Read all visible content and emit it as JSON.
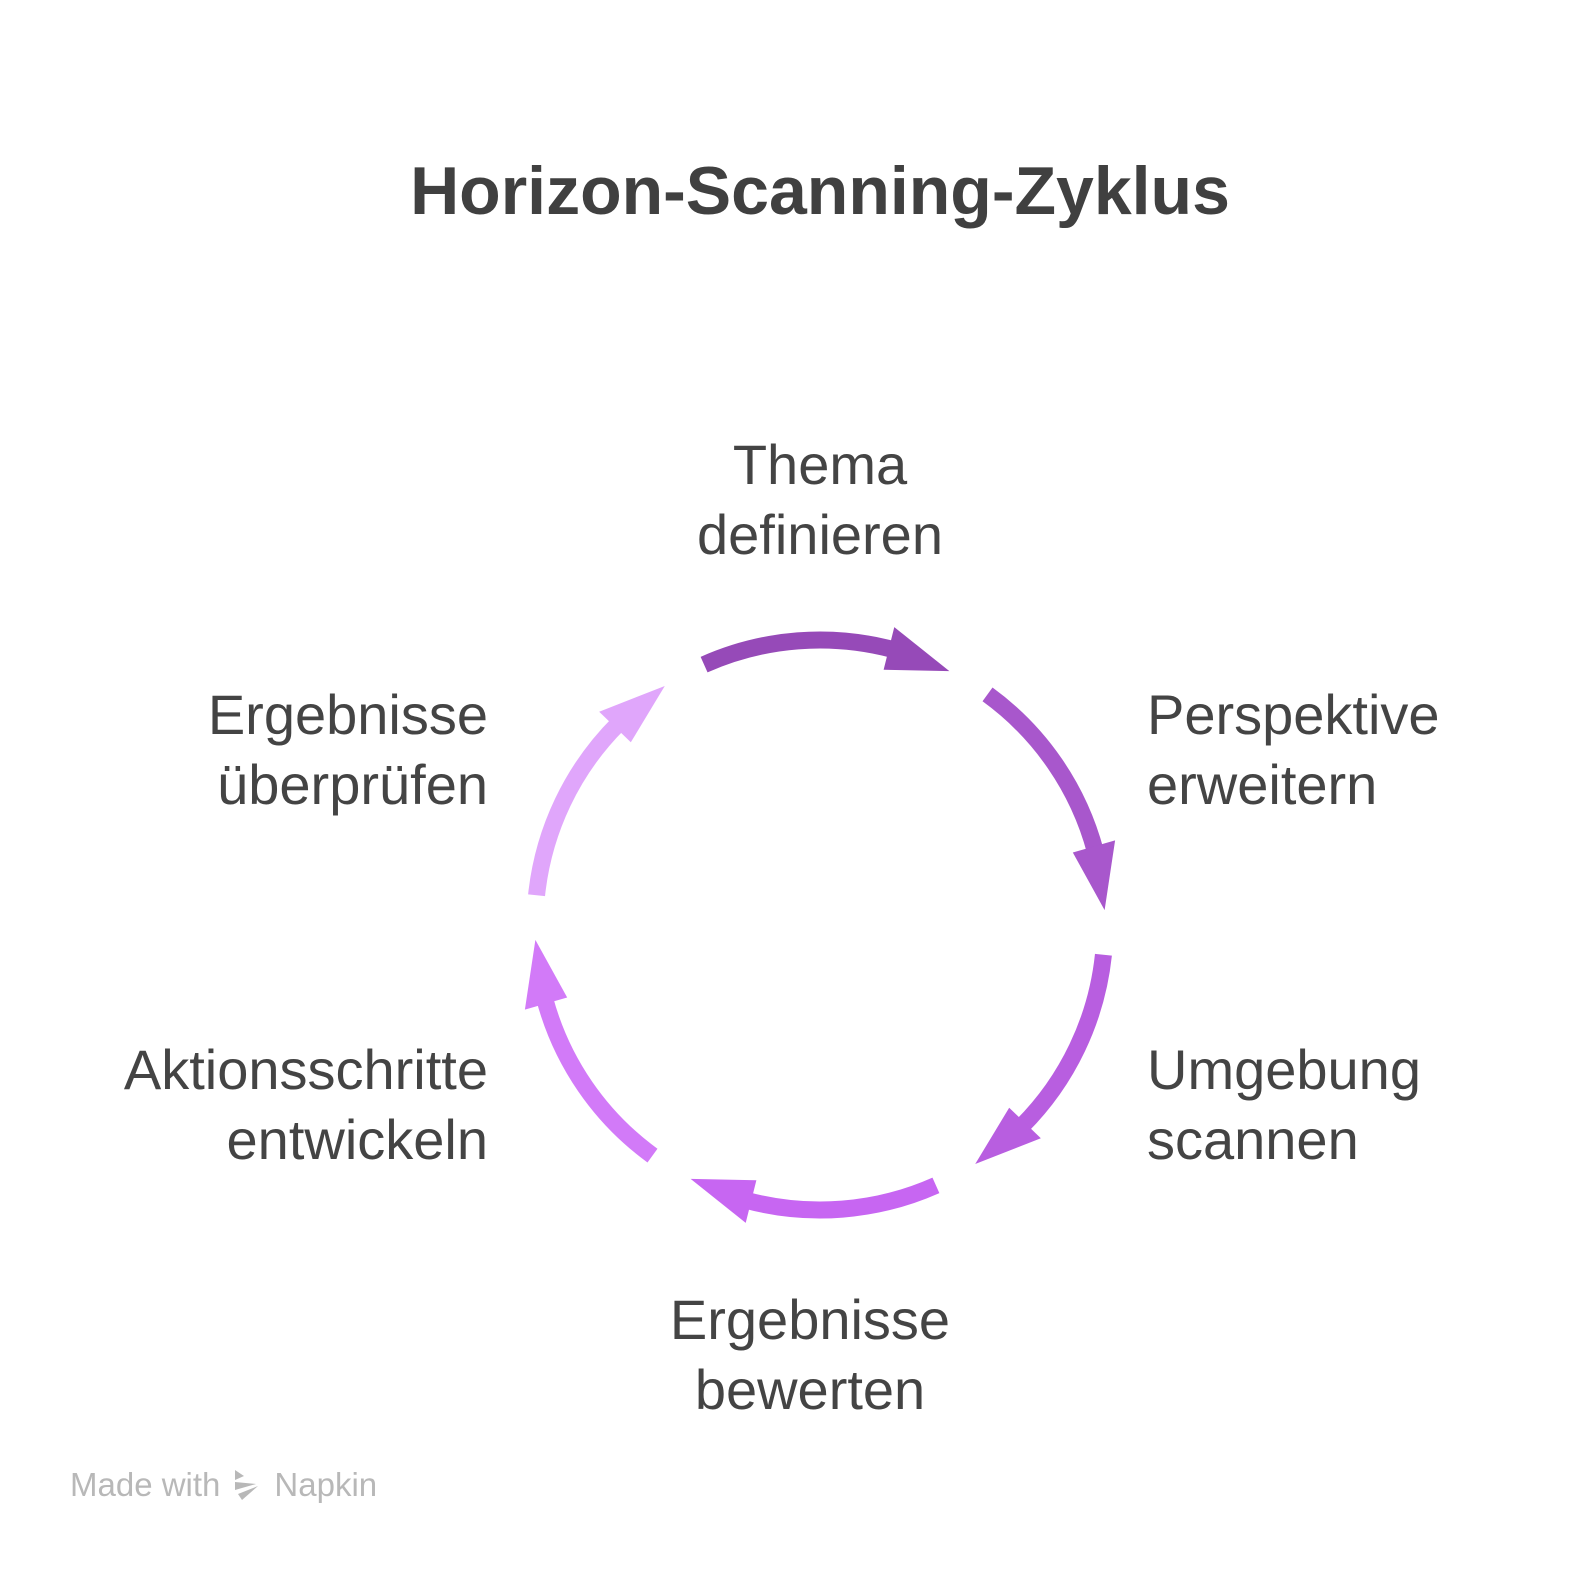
{
  "title": "Horizon-Scanning-Zyklus",
  "steps": [
    {
      "lines": [
        "Thema",
        "definieren"
      ],
      "color": "#964ab8"
    },
    {
      "lines": [
        "Perspektive",
        "erweitern"
      ],
      "color": "#a857cc"
    },
    {
      "lines": [
        "Umgebung",
        "scannen"
      ],
      "color": "#b85ee0"
    },
    {
      "lines": [
        "Ergebnisse",
        "bewerten"
      ],
      "color": "#c766f2"
    },
    {
      "lines": [
        "Aktionsschritte",
        "entwickeln"
      ],
      "color": "#d27af8"
    },
    {
      "lines": [
        "Ergebnisse",
        "überprüfen"
      ],
      "color": "#e0a6fb"
    }
  ],
  "footer": {
    "made_with": "Made with",
    "brand": "Napkin"
  }
}
